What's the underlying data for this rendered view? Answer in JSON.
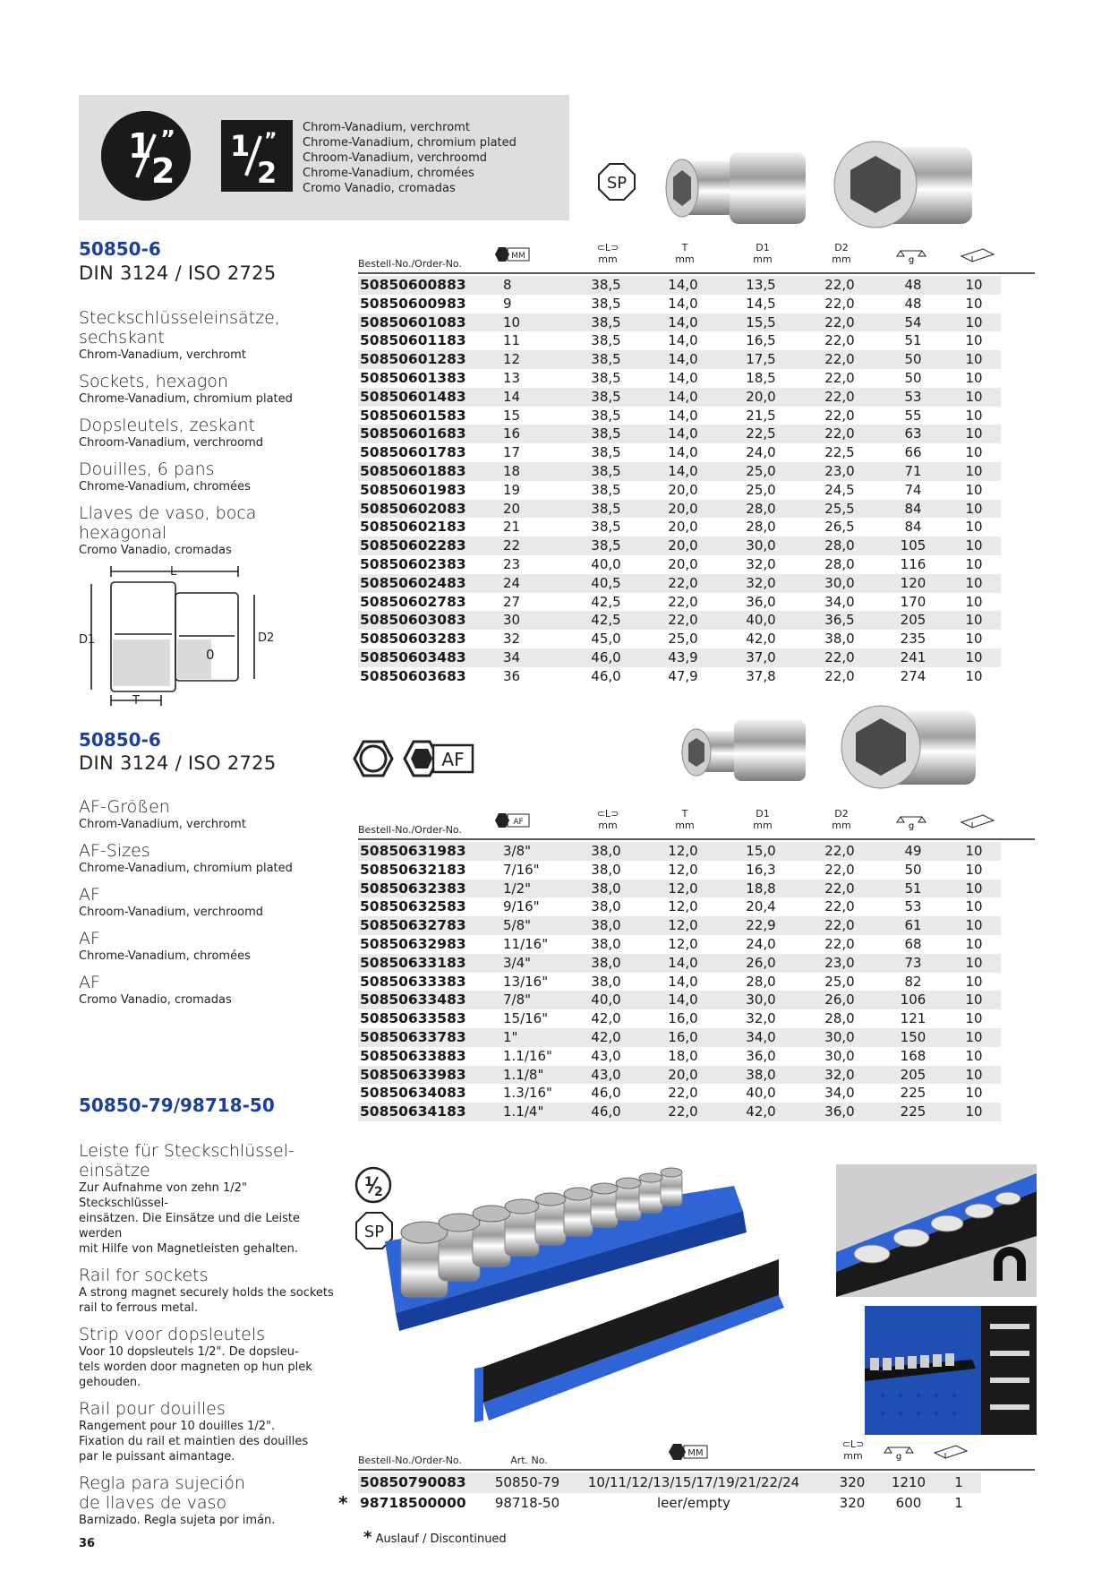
{
  "header": {
    "badge_text": "1/2\"",
    "materials": [
      "Chrom-Vanadium, verchromt",
      "Chrome-Vanadium, chromium plated",
      "Chroom-Vanadium, verchroomd",
      "Chrome-Vanadium, chromées",
      "Cromo Vanadio, cromadas"
    ],
    "sp_label": "SP"
  },
  "section1": {
    "part_number": "50850-6",
    "standard": "DIN 3124 / ISO 2725",
    "descriptions": [
      {
        "title": "Steckschlüsseleinsätze,",
        "title2": "sechskant",
        "subtitle": "Chrom-Vanadium, verchromt"
      },
      {
        "title": "Sockets, hexagon",
        "subtitle": "Chrome-Vanadium, chromium plated"
      },
      {
        "title": "Dopsleutels, zeskant",
        "subtitle": "Chroom-Vanadium, verchroomd"
      },
      {
        "title": "Douilles, 6 pans",
        "subtitle": "Chrome-Vanadium, chromées"
      },
      {
        "title": "Llaves de vaso, boca hexagonal",
        "subtitle": "Cromo Vanadio, cromadas"
      }
    ],
    "diagram_labels": {
      "L": "L",
      "D1": "D1",
      "D2": "D2",
      "T": "T"
    },
    "table_headers": {
      "order": "Bestell-No./Order-No.",
      "size_icon": "MM",
      "l": "mm",
      "t_label": "T",
      "t_unit": "mm",
      "d1_label": "D1",
      "d1_unit": "mm",
      "d2_label": "D2",
      "d2_unit": "mm",
      "weight": "g",
      "pack": ""
    },
    "rows": [
      [
        "50850600883",
        "8",
        "38,5",
        "14,0",
        "13,5",
        "22,0",
        "48",
        "10"
      ],
      [
        "50850600983",
        "9",
        "38,5",
        "14,0",
        "14,5",
        "22,0",
        "48",
        "10"
      ],
      [
        "50850601083",
        "10",
        "38,5",
        "14,0",
        "15,5",
        "22,0",
        "54",
        "10"
      ],
      [
        "50850601183",
        "11",
        "38,5",
        "14,0",
        "16,5",
        "22,0",
        "51",
        "10"
      ],
      [
        "50850601283",
        "12",
        "38,5",
        "14,0",
        "17,5",
        "22,0",
        "50",
        "10"
      ],
      [
        "50850601383",
        "13",
        "38,5",
        "14,0",
        "18,5",
        "22,0",
        "50",
        "10"
      ],
      [
        "50850601483",
        "14",
        "38,5",
        "14,0",
        "20,0",
        "22,0",
        "53",
        "10"
      ],
      [
        "50850601583",
        "15",
        "38,5",
        "14,0",
        "21,5",
        "22,0",
        "55",
        "10"
      ],
      [
        "50850601683",
        "16",
        "38,5",
        "14,0",
        "22,5",
        "22,0",
        "63",
        "10"
      ],
      [
        "50850601783",
        "17",
        "38,5",
        "14,0",
        "24,0",
        "22,5",
        "66",
        "10"
      ],
      [
        "50850601883",
        "18",
        "38,5",
        "14,0",
        "25,0",
        "23,0",
        "71",
        "10"
      ],
      [
        "50850601983",
        "19",
        "38,5",
        "20,0",
        "25,0",
        "24,5",
        "74",
        "10"
      ],
      [
        "50850602083",
        "20",
        "38,5",
        "20,0",
        "28,0",
        "25,5",
        "84",
        "10"
      ],
      [
        "50850602183",
        "21",
        "38,5",
        "20,0",
        "28,0",
        "26,5",
        "84",
        "10"
      ],
      [
        "50850602283",
        "22",
        "38,5",
        "20,0",
        "30,0",
        "28,0",
        "105",
        "10"
      ],
      [
        "50850602383",
        "23",
        "40,0",
        "20,0",
        "32,0",
        "28,0",
        "116",
        "10"
      ],
      [
        "50850602483",
        "24",
        "40,5",
        "22,0",
        "32,0",
        "30,0",
        "120",
        "10"
      ],
      [
        "50850602783",
        "27",
        "42,5",
        "22,0",
        "36,0",
        "34,0",
        "170",
        "10"
      ],
      [
        "50850603083",
        "30",
        "42,5",
        "22,0",
        "40,0",
        "36,5",
        "205",
        "10"
      ],
      [
        "50850603283",
        "32",
        "45,0",
        "25,0",
        "42,0",
        "38,0",
        "235",
        "10"
      ],
      [
        "50850603483",
        "34",
        "46,0",
        "43,9",
        "37,0",
        "22,0",
        "241",
        "10"
      ],
      [
        "50850603683",
        "36",
        "46,0",
        "47,9",
        "37,8",
        "22,0",
        "274",
        "10"
      ]
    ]
  },
  "section2": {
    "part_number": "50850-6",
    "standard": "DIN 3124 / ISO 2725",
    "af_badge": "AF",
    "descriptions": [
      {
        "title": "AF-Größen",
        "subtitle": "Chrom-Vanadium, verchromt"
      },
      {
        "title": "AF-Sizes",
        "subtitle": "Chrome-Vanadium, chromium plated"
      },
      {
        "title": "AF",
        "subtitle": "Chroom-Vanadium, verchroomd"
      },
      {
        "title": "AF",
        "subtitle": "Chrome-Vanadium, chromées"
      },
      {
        "title": "AF",
        "subtitle": "Cromo Vanadio, cromadas"
      }
    ],
    "table_headers": {
      "order": "Bestell-No./Order-No.",
      "size_icon": "AF",
      "l": "mm",
      "t_label": "T",
      "t_unit": "mm",
      "d1_label": "D1",
      "d1_unit": "mm",
      "d2_label": "D2",
      "d2_unit": "mm",
      "weight": "g"
    },
    "rows": [
      [
        "50850631983",
        "3/8\"",
        "38,0",
        "12,0",
        "15,0",
        "22,0",
        "49",
        "10"
      ],
      [
        "50850632183",
        "7/16\"",
        "38,0",
        "12,0",
        "16,3",
        "22,0",
        "50",
        "10"
      ],
      [
        "50850632383",
        "1/2\"",
        "38,0",
        "12,0",
        "18,8",
        "22,0",
        "51",
        "10"
      ],
      [
        "50850632583",
        "9/16\"",
        "38,0",
        "12,0",
        "20,4",
        "22,0",
        "53",
        "10"
      ],
      [
        "50850632783",
        "5/8\"",
        "38,0",
        "12,0",
        "22,9",
        "22,0",
        "61",
        "10"
      ],
      [
        "50850632983",
        "11/16\"",
        "38,0",
        "12,0",
        "24,0",
        "22,0",
        "68",
        "10"
      ],
      [
        "50850633183",
        "3/4\"",
        "38,0",
        "14,0",
        "26,0",
        "23,0",
        "73",
        "10"
      ],
      [
        "50850633383",
        "13/16\"",
        "38,0",
        "14,0",
        "28,0",
        "25,0",
        "82",
        "10"
      ],
      [
        "50850633483",
        "7/8\"",
        "40,0",
        "14,0",
        "30,0",
        "26,0",
        "106",
        "10"
      ],
      [
        "50850633583",
        "15/16\"",
        "42,0",
        "16,0",
        "32,0",
        "28,0",
        "121",
        "10"
      ],
      [
        "50850633783",
        "1\"",
        "42,0",
        "16,0",
        "34,0",
        "30,0",
        "150",
        "10"
      ],
      [
        "50850633883",
        "1.1/16\"",
        "43,0",
        "18,0",
        "36,0",
        "30,0",
        "168",
        "10"
      ],
      [
        "50850633983",
        "1.1/8\"",
        "43,0",
        "20,0",
        "38,0",
        "32,0",
        "205",
        "10"
      ],
      [
        "50850634083",
        "1.3/16\"",
        "46,0",
        "22,0",
        "40,0",
        "34,0",
        "225",
        "10"
      ],
      [
        "50850634183",
        "1.1/4\"",
        "46,0",
        "22,0",
        "42,0",
        "36,0",
        "225",
        "10"
      ]
    ]
  },
  "section3": {
    "part_number": "50850-79/98718-50",
    "badge_text": "1/2\"",
    "sp_label": "SP",
    "descriptions": [
      {
        "title": "Leiste für Steckschlüssel-",
        "title2": "einsätze",
        "body": [
          "Zur Aufnahme von zehn 1/2\" Steckschlüssel-",
          "einsätzen. Die Einsätze und die Leiste werden",
          "mit Hilfe von Magnetleisten gehalten."
        ]
      },
      {
        "title": "Rail for sockets",
        "body": [
          "A strong magnet securely holds the sockets",
          "rail to ferrous metal."
        ]
      },
      {
        "title": "Strip voor dopsleutels",
        "body": [
          "Voor 10 dopsleutels 1/2\". De dopsleu-",
          "tels worden door magneten op hun plek",
          "gehouden."
        ]
      },
      {
        "title": "Rail pour douilles",
        "body": [
          "Rangement pour 10 douilles 1/2\".",
          "Fixation du rail et maintien des douilles",
          "par le puissant aimantage."
        ]
      },
      {
        "title": "Regla para sujeción",
        "title2": "de llaves de vaso",
        "body": [
          "Barnizado. Regla sujeta por imán."
        ]
      }
    ],
    "table_headers": {
      "order": "Bestell-No./Order-No.",
      "art": "Art. No.",
      "size_icon": "MM",
      "l": "mm",
      "weight": "g"
    },
    "rows": [
      {
        "mark": "",
        "order": "50850790083",
        "art": "50850-79",
        "sizes": "10/11/12/13/15/17/19/21/22/24",
        "l": "320",
        "g": "1210",
        "qty": "1"
      },
      {
        "mark": "*",
        "order": "98718500000",
        "art": "98718-50",
        "sizes": "leer/empty",
        "l": "320",
        "g": "600",
        "qty": "1"
      }
    ],
    "footnote_mark": "*",
    "footnote": "Auslauf / Discontinued"
  },
  "page_number": "36",
  "colors": {
    "accent_blue": "#1c3f99",
    "row_shade": "#e9e9e9",
    "header_gray": "#dedede",
    "rail_blue": "#2f64d6"
  }
}
